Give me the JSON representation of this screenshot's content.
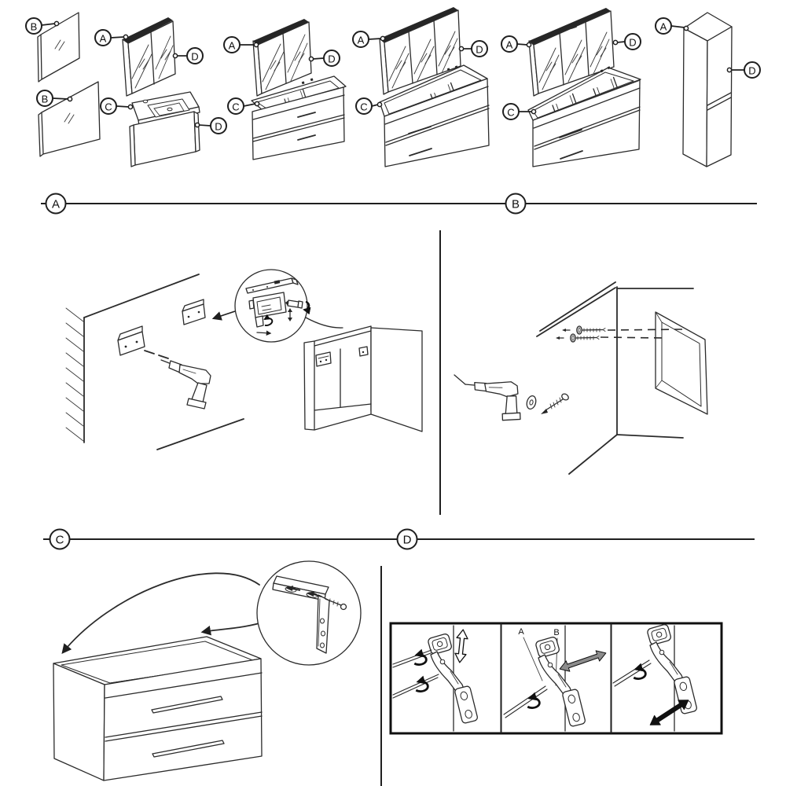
{
  "labels": {
    "a": "A",
    "b": "B",
    "c": "C",
    "d": "D"
  },
  "section_headers": {
    "a": "A",
    "b": "B",
    "c": "C",
    "d": "D"
  },
  "hinge_labels": {
    "a": "A",
    "b": "B"
  },
  "colors": {
    "background": "#ffffff",
    "line": "#2b2b2b",
    "dark_band": "#262626",
    "gray_arrow": "#8c8c8c",
    "black_arrow": "#111111"
  }
}
